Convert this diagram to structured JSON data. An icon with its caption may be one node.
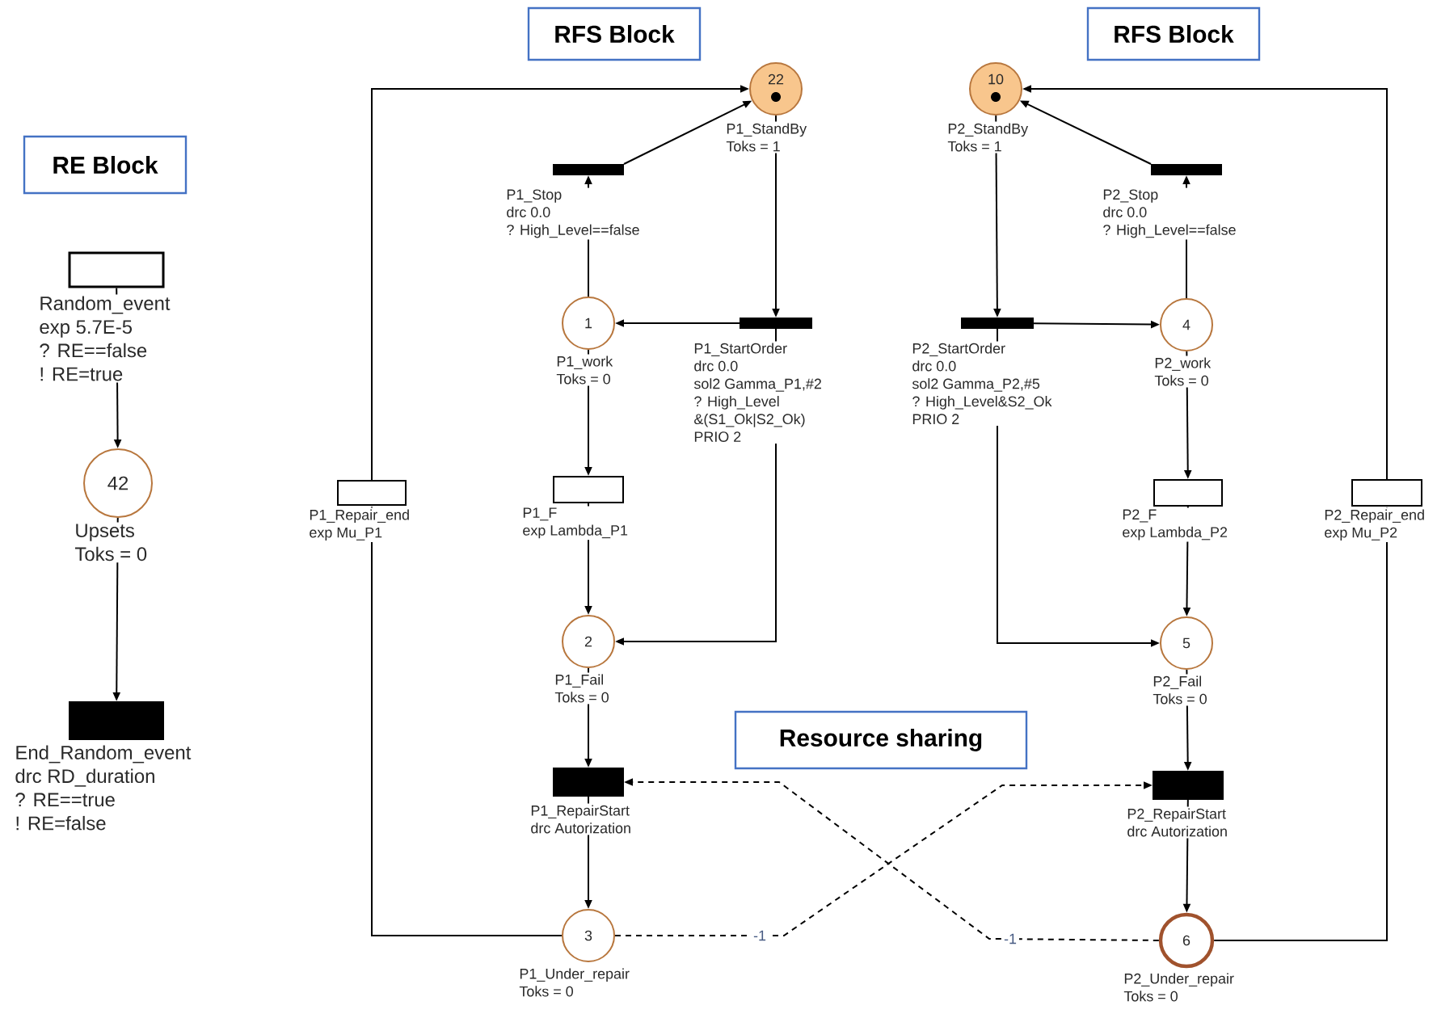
{
  "diagram": {
    "nodes": [
      {
        "text": [
          "RE Block"
        ]
      },
      {
        "text": [
          "RFS Block"
        ]
      },
      {
        "text": [
          "RFS Block"
        ]
      },
      {
        "text": [
          "Resource sharing"
        ]
      },
      {
        "text": [
          "Random_event",
          "exp 5.7E-5",
          "? RE==false",
          "! RE=true"
        ]
      },
      {
        "text": [
          "42",
          "Upsets",
          "Toks = 0"
        ]
      },
      {
        "text": [
          "End_Random_event",
          "drc RD_duration",
          "? RE==true",
          "! RE=false"
        ]
      },
      {
        "text": [
          "22",
          "P1_StandBy",
          "Toks = 1"
        ]
      },
      {
        "text": [
          "P1_Stop",
          "drc 0.0",
          "? High_Level==false"
        ]
      },
      {
        "text": [
          "1",
          "P1_work",
          "Toks = 0"
        ]
      },
      {
        "text": [
          "P1_StartOrder",
          "drc 0.0",
          "sol2 Gamma_P1,#2",
          "? High_Level",
          "&(S1_Ok|S2_Ok)",
          "PRIO 2"
        ]
      },
      {
        "text": [
          "P1_F",
          "exp Lambda_P1"
        ]
      },
      {
        "text": [
          "P1_Repair_end",
          "exp Mu_P1"
        ]
      },
      {
        "text": [
          "2",
          "P1_Fail",
          "Toks = 0"
        ]
      },
      {
        "text": [
          "P1_RepairStart",
          "drc Autorization"
        ]
      },
      {
        "text": [
          "3",
          "P1_Under_repair",
          "Toks = 0"
        ]
      },
      {
        "text": [
          "10",
          "P2_StandBy",
          "Toks = 1"
        ]
      },
      {
        "text": [
          "P2_Stop",
          "drc 0.0",
          "? High_Level==false"
        ]
      },
      {
        "text": [
          "P2_StartOrder",
          "drc 0.0",
          "sol2 Gamma_P2,#5",
          "? High_Level&S2_Ok",
          "PRIO 2"
        ]
      },
      {
        "text": [
          "4",
          "P2_work",
          "Toks = 0"
        ]
      },
      {
        "text": [
          "P2_F",
          "exp Lambda_P2"
        ]
      },
      {
        "text": [
          "P2_Repair_end",
          "exp Mu_P2"
        ]
      },
      {
        "text": [
          "5",
          "P2_Fail",
          "Toks = 0"
        ]
      },
      {
        "text": [
          "P2_RepairStart",
          "drc Autorization"
        ]
      },
      {
        "text": [
          "6",
          "P2_Under_repair",
          "Toks = 0"
        ]
      }
    ],
    "edges": [
      {
        "from": 4,
        "to": 5,
        "arrow": "to"
      },
      {
        "from": 5,
        "to": 6,
        "arrow": "to"
      },
      {
        "from": 12,
        "to": 7,
        "arrow": "to"
      },
      {
        "from": 8,
        "to": 7,
        "arrow": "to"
      },
      {
        "from": 7,
        "to": 10,
        "arrow": "to"
      },
      {
        "from": 10,
        "to": 9,
        "arrow": "to"
      },
      {
        "from": 9,
        "to": 8,
        "arrow": "to"
      },
      {
        "from": 9,
        "to": 11,
        "arrow": "to"
      },
      {
        "from": 11,
        "to": 13,
        "arrow": "to"
      },
      {
        "from": 10,
        "to": 13,
        "arrow": "to"
      },
      {
        "from": 13,
        "to": 14,
        "arrow": "to"
      },
      {
        "from": 14,
        "to": 15,
        "arrow": "to"
      },
      {
        "from": 15,
        "to": 12,
        "arrow": "to"
      },
      {
        "from": 15,
        "to": 23,
        "arrow": "to",
        "label": "-1",
        "style": "dashed"
      },
      {
        "from": 24,
        "to": 14,
        "arrow": "to",
        "label": "-1",
        "style": "dashed"
      },
      {
        "from": 21,
        "to": 16,
        "arrow": "to"
      },
      {
        "from": 17,
        "to": 16,
        "arrow": "to"
      },
      {
        "from": 16,
        "to": 18,
        "arrow": "to"
      },
      {
        "from": 18,
        "to": 19,
        "arrow": "to"
      },
      {
        "from": 19,
        "to": 17,
        "arrow": "to"
      },
      {
        "from": 19,
        "to": 20,
        "arrow": "to"
      },
      {
        "from": 20,
        "to": 22,
        "arrow": "to"
      },
      {
        "from": 18,
        "to": 22,
        "arrow": "to"
      },
      {
        "from": 22,
        "to": 23,
        "arrow": "to"
      },
      {
        "from": 23,
        "to": 24,
        "arrow": "to"
      },
      {
        "from": 24,
        "to": 21,
        "arrow": "to"
      }
    ]
  }
}
